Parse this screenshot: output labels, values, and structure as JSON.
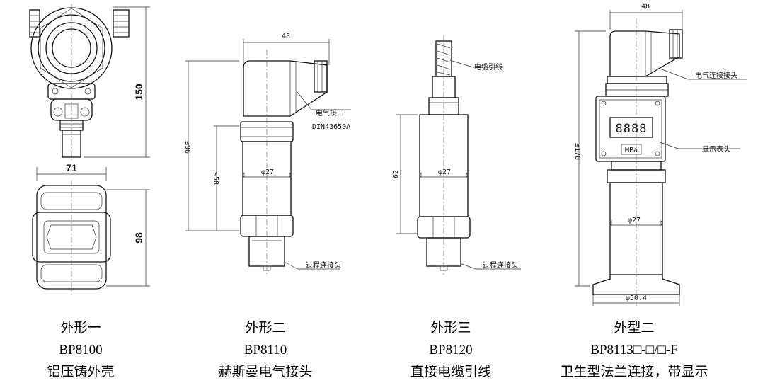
{
  "figures": [
    {
      "dims": {
        "height": "150",
        "width": "71",
        "depth": "98"
      },
      "caption": {
        "shape": "外形一",
        "model": "BP8100",
        "desc": "铝压铸外壳"
      }
    },
    {
      "dims": {
        "width": "48",
        "total": "≤96",
        "body": "≤58",
        "dia": "φ27"
      },
      "labels": {
        "connector": "电气接口",
        "connector_std": "DIN43650A",
        "process": "过程连接头"
      },
      "caption": {
        "shape": "外形二",
        "model": "BP8110",
        "desc": "赫斯曼电气接头"
      }
    },
    {
      "dims": {
        "height": "62",
        "dia": "φ27"
      },
      "labels": {
        "cable": "电缆引线",
        "process": "过程连接头"
      },
      "caption": {
        "shape": "外形三",
        "model": "BP8120",
        "desc": "直接电缆引线"
      }
    },
    {
      "dims": {
        "width": "48",
        "total": "≤170",
        "dia": "φ27",
        "flange": "φ50.4"
      },
      "labels": {
        "connector": "电气连接接头",
        "display": "显示表头",
        "display_digits": "8888",
        "display_unit": "MPa"
      },
      "caption": {
        "shape": "外型二",
        "model": "BP8113□-□/□-F",
        "desc": "卫生型法兰连接，带显示"
      }
    }
  ]
}
